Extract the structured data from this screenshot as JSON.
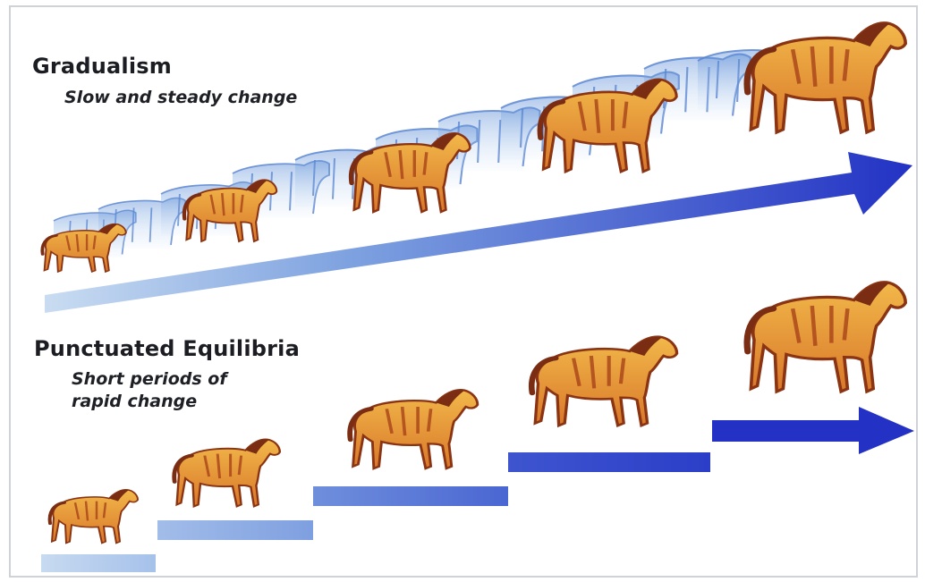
{
  "gradualism": {
    "title": "Gradualism",
    "subtitle": "Slow and steady change"
  },
  "punctuated": {
    "title": "Punctuated Equilibria",
    "subtitle": "Short periods of\nrapid change"
  },
  "colors": {
    "arrow_dark": "#2332c4",
    "arrow_light": "#bcd3ee",
    "horse_body": "#e89a2c",
    "horse_stripe": "#a43d17",
    "horse_mane": "#7a2d12",
    "ghost_blue": "#4f8ad7"
  },
  "stages": {
    "gradual_horse_count": 5,
    "punctuated_step_count": 5
  }
}
